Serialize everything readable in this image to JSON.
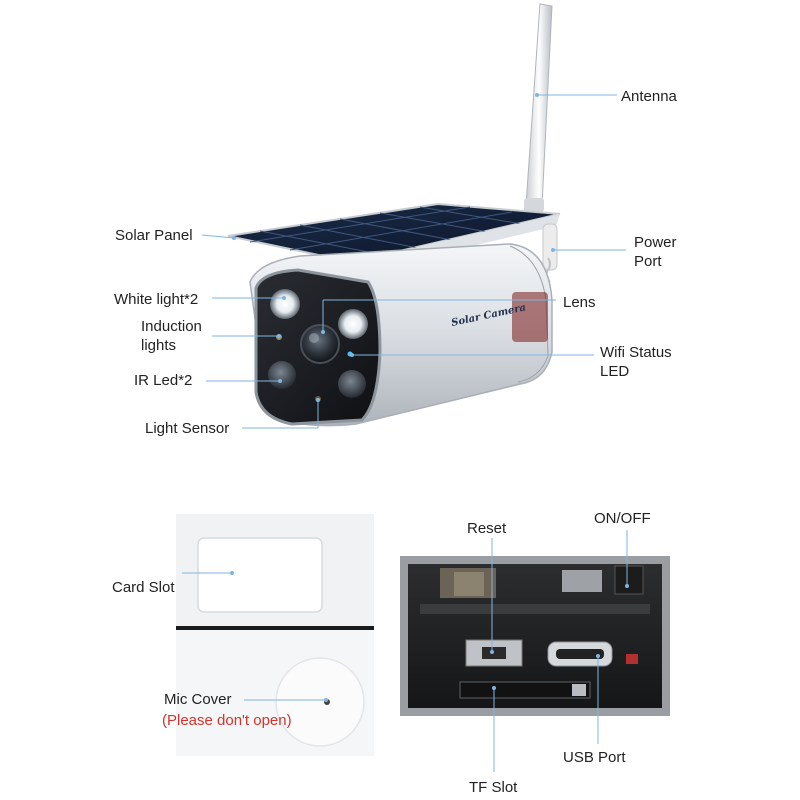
{
  "camera": {
    "brand_text": "Solar Camera",
    "callouts": {
      "antenna": "Antenna",
      "solar_panel": "Solar Panel",
      "power_port_line1": "Power",
      "power_port_line2": "Port",
      "white_light": "White light*2",
      "lens": "Lens",
      "induction_line1": "Induction",
      "induction_line2": "lights",
      "wifi_line1": "Wifi Status",
      "wifi_line2": "LED",
      "ir_led": "IR Led*2",
      "light_sensor": "Light Sensor"
    }
  },
  "card_panel": {
    "card_slot": "Card Slot",
    "mic_cover": "Mic Cover",
    "mic_warning": "(Please don't open)"
  },
  "board_panel": {
    "reset": "Reset",
    "on_off": "ON/OFF",
    "usb_port": "USB Port",
    "tf_slot": "TF Slot"
  },
  "colors": {
    "leader_line": "#7fb6e0",
    "warning_text": "#d0342c"
  }
}
